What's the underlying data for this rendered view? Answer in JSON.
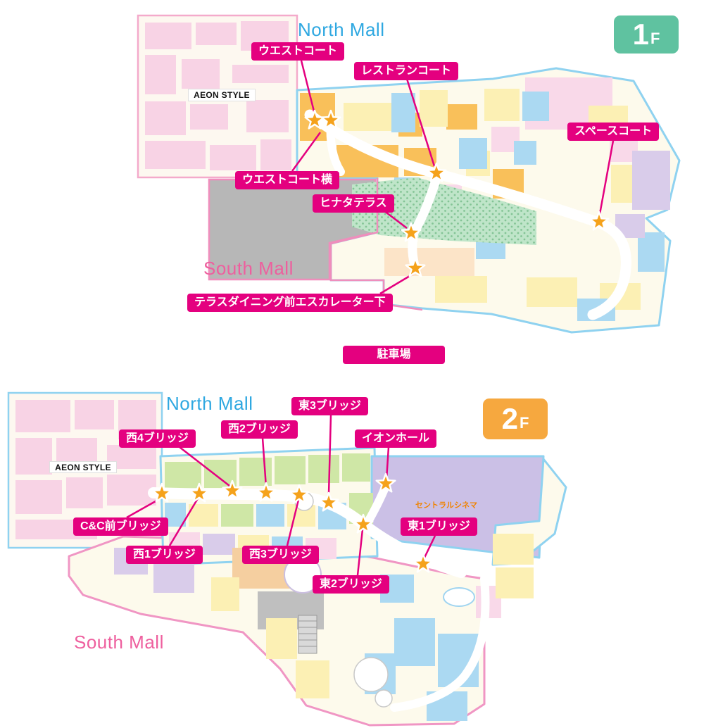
{
  "floor1": {
    "badge_number": "1",
    "badge_suffix": "F",
    "north_mall": "North Mall",
    "south_mall": "South Mall",
    "store": "AEON STYLE",
    "parking": "駐車場",
    "spots": {
      "west_court": "ウエストコート",
      "restaurant_court": "レストランコート",
      "space_court": "スペースコート",
      "west_court_side": "ウエストコート横",
      "hinata_terrace": "ヒナタテラス",
      "terrace_dining": "テラスダイニング前エスカレーター下"
    }
  },
  "floor2": {
    "badge_number": "2",
    "badge_suffix": "F",
    "north_mall": "North Mall",
    "south_mall": "South Mall",
    "store": "AEON STYLE",
    "cinema": "セントラルシネマ",
    "spots": {
      "east3_bridge": "東3ブリッジ",
      "west2_bridge": "西2ブリッジ",
      "west4_bridge": "西4ブリッジ",
      "aeon_hall": "イオンホール",
      "cc_bridge": "C&C前ブリッジ",
      "west1_bridge": "西1ブリッジ",
      "west3_bridge": "西3ブリッジ",
      "east1_bridge": "東1ブリッジ",
      "east2_bridge": "東2ブリッジ"
    }
  },
  "colors": {
    "label_magenta": "#e4007f",
    "star_orange": "#f5a21b",
    "floor1_badge_green": "#5fc2a0",
    "floor2_badge_orange": "#f6a83f",
    "north_mall_blue": "#2fa8e1",
    "south_mall_pink": "#ee5f9e"
  }
}
